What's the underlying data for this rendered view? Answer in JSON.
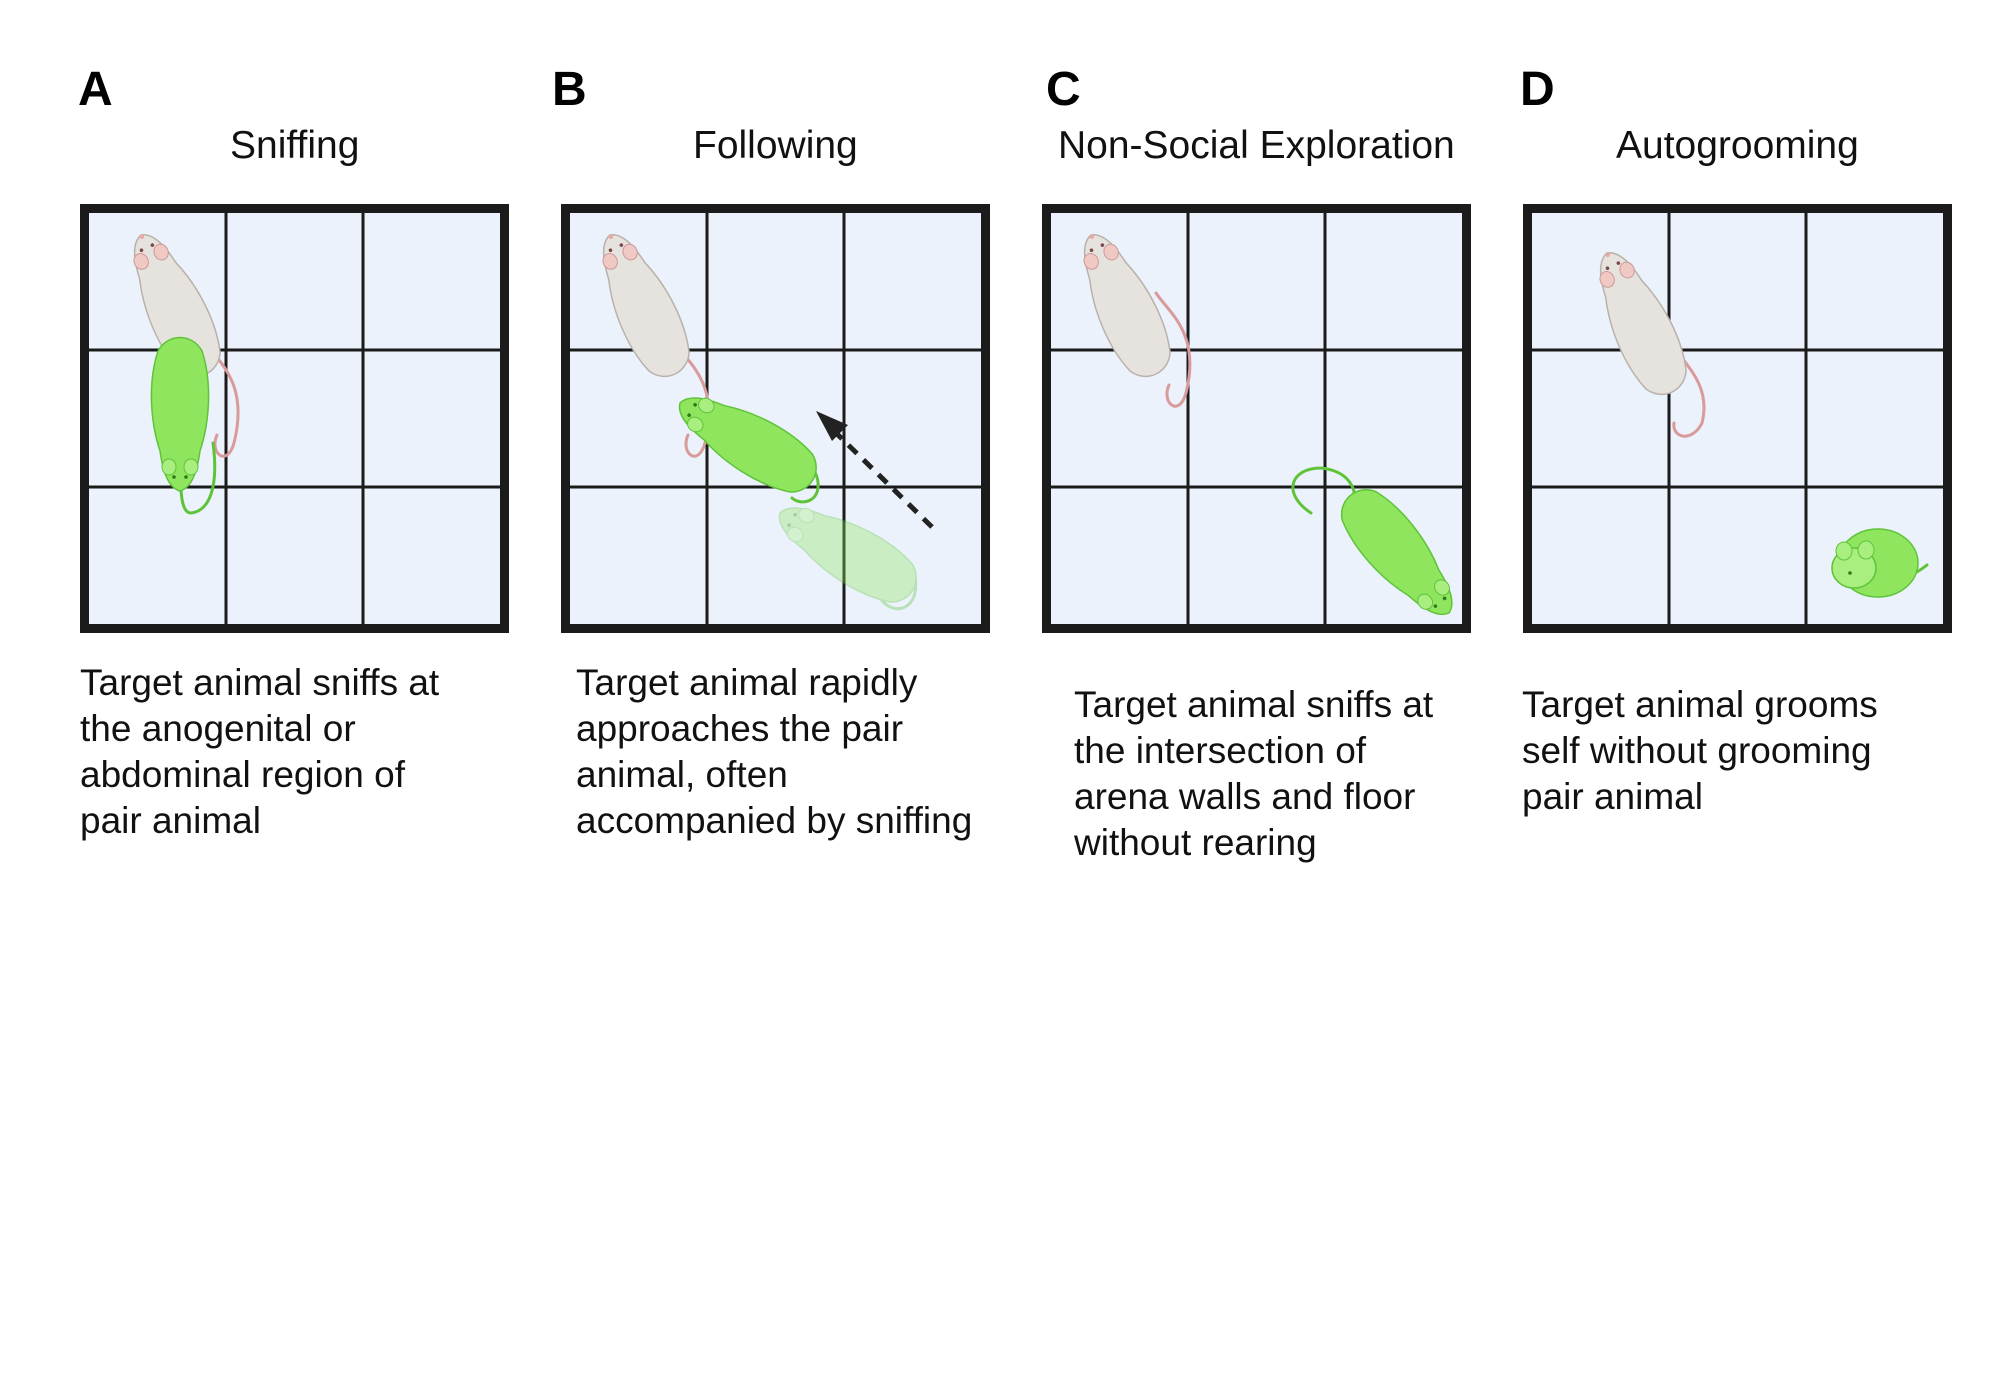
{
  "panels": [
    {
      "letter": "A",
      "title": "Sniffing",
      "description": "Target animal sniffs at\nthe anogenital or\nabdominal region of\npair animal"
    },
    {
      "letter": "B",
      "title": "Following",
      "description": "Target animal rapidly\napproaches the  pair\nanimal, often\naccompanied by sniffing"
    },
    {
      "letter": "C",
      "title": "Non-Social Exploration",
      "description": "Target animal sniffs at\nthe intersection of\narena walls and floor\nwithout rearing"
    },
    {
      "letter": "D",
      "title": "Autogrooming",
      "description": "Target animal grooms\nself without grooming\npair animal"
    }
  ],
  "colors": {
    "arena_floor": "#ebf2fb",
    "arena_border": "#1b1b1b",
    "pair_animal": "#e6e2de",
    "target_animal": "#8fe55e",
    "tail_pink": "#d99a9a",
    "arrow": "#222222"
  },
  "icons": {
    "pair_animal": "white-mouse-icon",
    "target_animal": "green-mouse-icon",
    "motion": "dashed-arrow-icon"
  }
}
